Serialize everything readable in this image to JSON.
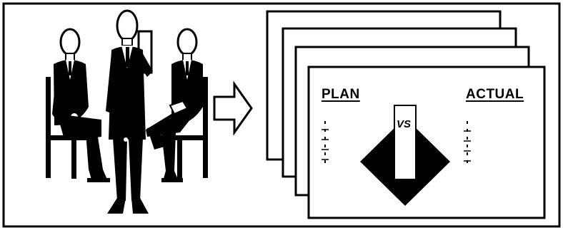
{
  "illustration": {
    "people": {
      "count": 3,
      "icons": [
        "seated-person-icon",
        "standing-presenter-icon",
        "seated-person-icon"
      ]
    },
    "arrow": {
      "icon": "right-arrow-icon"
    },
    "slides": {
      "stack_count": 4,
      "plan_label": "PLAN",
      "actual_label": "ACTUAL",
      "vs_label": "VS"
    }
  },
  "colors": {
    "ink": "#000000",
    "paper": "#ffffff"
  }
}
